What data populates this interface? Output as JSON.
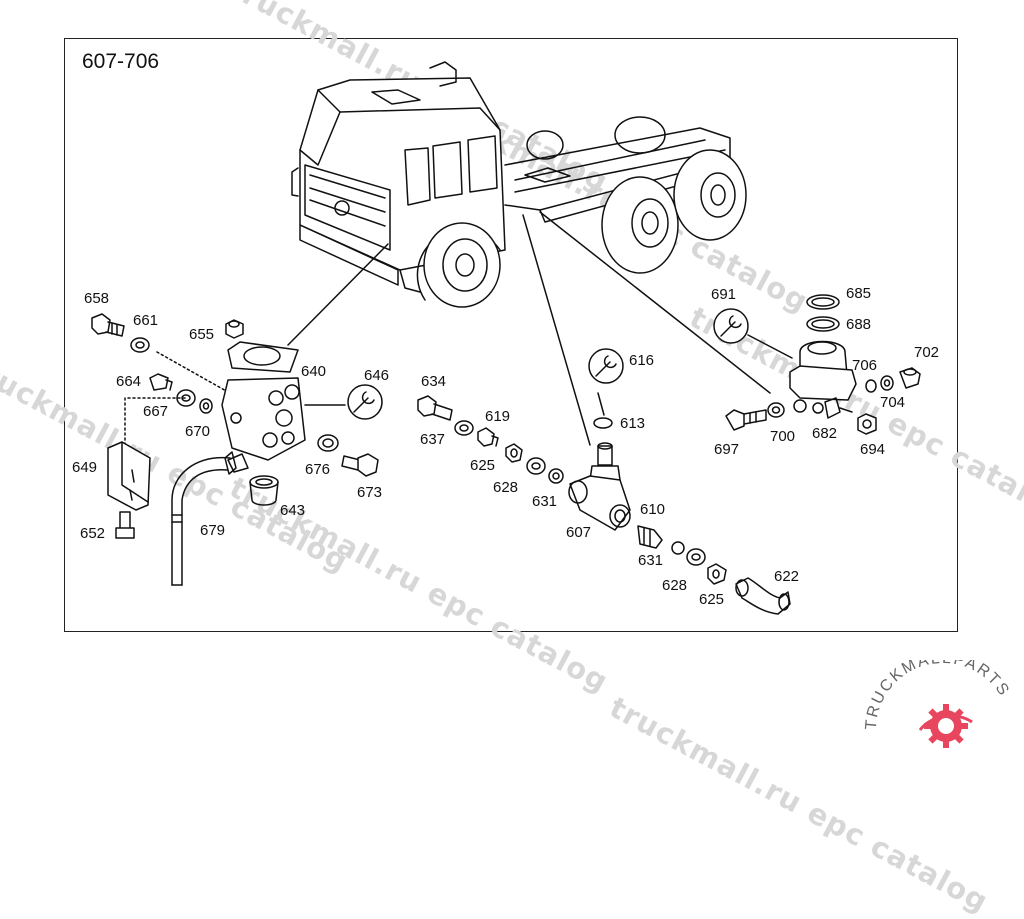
{
  "diagram": {
    "title": "607-706",
    "callouts": [
      {
        "id": "c658",
        "label": "658"
      },
      {
        "id": "c661",
        "label": "661"
      },
      {
        "id": "c655",
        "label": "655"
      },
      {
        "id": "c640",
        "label": "640"
      },
      {
        "id": "c646",
        "label": "646"
      },
      {
        "id": "c664",
        "label": "664"
      },
      {
        "id": "c667",
        "label": "667"
      },
      {
        "id": "c670",
        "label": "670"
      },
      {
        "id": "c649",
        "label": "649"
      },
      {
        "id": "c676",
        "label": "676"
      },
      {
        "id": "c673",
        "label": "673"
      },
      {
        "id": "c643",
        "label": "643"
      },
      {
        "id": "c679",
        "label": "679"
      },
      {
        "id": "c652",
        "label": "652"
      },
      {
        "id": "c634",
        "label": "634"
      },
      {
        "id": "c637",
        "label": "637"
      },
      {
        "id": "c619",
        "label": "619"
      },
      {
        "id": "c625a",
        "label": "625"
      },
      {
        "id": "c628a",
        "label": "628"
      },
      {
        "id": "c631a",
        "label": "631"
      },
      {
        "id": "c616",
        "label": "616"
      },
      {
        "id": "c613",
        "label": "613"
      },
      {
        "id": "c607",
        "label": "607"
      },
      {
        "id": "c610",
        "label": "610"
      },
      {
        "id": "c631b",
        "label": "631"
      },
      {
        "id": "c628b",
        "label": "628"
      },
      {
        "id": "c625b",
        "label": "625"
      },
      {
        "id": "c622",
        "label": "622"
      },
      {
        "id": "c691",
        "label": "691"
      },
      {
        "id": "c685",
        "label": "685"
      },
      {
        "id": "c688",
        "label": "688"
      },
      {
        "id": "c702",
        "label": "702"
      },
      {
        "id": "c706",
        "label": "706"
      },
      {
        "id": "c704",
        "label": "704"
      },
      {
        "id": "c697",
        "label": "697"
      },
      {
        "id": "c700",
        "label": "700"
      },
      {
        "id": "c682",
        "label": "682"
      },
      {
        "id": "c694",
        "label": "694"
      }
    ]
  },
  "watermarks": [
    {
      "text": "truckmall.ru epc catalog"
    },
    {
      "text": "truckmall.ru epc catalog"
    },
    {
      "text": "truckmall.ru epc catalog"
    },
    {
      "text": "truckmall.ru epc catalog"
    },
    {
      "text": "truckmall.ru epc catalog"
    },
    {
      "text": "truckmall.ru epc catalog"
    }
  ],
  "logo": {
    "brand_text": "TRUCKMALLPARTS",
    "icon": "gear-logo-icon",
    "accent": "#e8465f"
  }
}
